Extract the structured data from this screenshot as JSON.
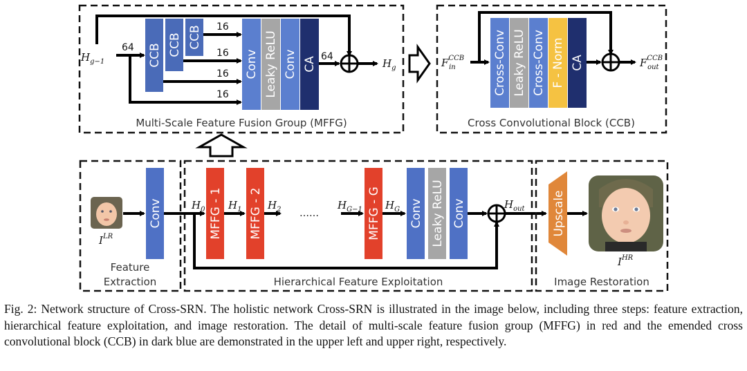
{
  "colors": {
    "ccb_blue": "#4472c4",
    "conv_blue": "#5b7fcf",
    "leaky_gray": "#a6a6a6",
    "ca_navy": "#1f2f6e",
    "fnorm_yellow": "#f5c242",
    "mffg_red": "#e2412b",
    "upscale_orange": "#e0873a"
  },
  "mffg_panel": {
    "title": "Multi-Scale Feature Fusion Group (MFFG)",
    "input": "H",
    "input_sub": "g−1",
    "output": "H",
    "output_sub": "g",
    "input_channels": "64",
    "output_channels": "64",
    "branch_channels": [
      "16",
      "16",
      "16",
      "16"
    ],
    "ccb_blocks": [
      "CCB",
      "CCB",
      "CCB"
    ],
    "fusion_blocks": [
      "Conv",
      "Leaky ReLU",
      "Conv",
      "CA"
    ]
  },
  "ccb_panel": {
    "title": "Cross Convolutional Block (CCB)",
    "input": "F",
    "input_sub": "in",
    "input_sup": "CCB",
    "output": "F",
    "output_sub": "out",
    "output_sup": "CCB",
    "blocks": [
      "Cross-Conv",
      "Leaky ReLU",
      "Cross-Conv",
      "F - Norm",
      "CA"
    ]
  },
  "feature_extraction": {
    "title_line1": "Feature",
    "title_line2": "Extraction",
    "input_label": "I",
    "input_sup": "LR",
    "block": "Conv"
  },
  "hierarchical": {
    "title": "Hierarchical Feature Exploitation",
    "h0": "H",
    "h0_sub": "0",
    "h1": "H",
    "h1_sub": "1",
    "h2": "H",
    "h2_sub": "2",
    "ellipsis": "……",
    "hg1": "H",
    "hg1_sub": "G−1",
    "hg": "H",
    "hg_sub": "G",
    "hout": "H",
    "hout_sub": "out",
    "mffg_blocks": [
      "MFFG - 1",
      "MFFG - 2",
      "MFFG - G"
    ],
    "tail_blocks": [
      "Conv",
      "Leaky ReLU",
      "Conv"
    ]
  },
  "restoration": {
    "title": "Image Restoration",
    "block": "Upscale",
    "output_label": "I",
    "output_sup": "HR"
  },
  "caption": "Fig. 2: Network structure of Cross-SRN. The holistic network Cross-SRN is illustrated in the image below, including three steps: feature extraction, hierarchical feature exploitation, and image restoration. The detail of multi-scale feature fusion group (MFFG) in red and the emended cross convolutional block (CCB) in dark blue are demonstrated in the upper left and upper right, respectively."
}
